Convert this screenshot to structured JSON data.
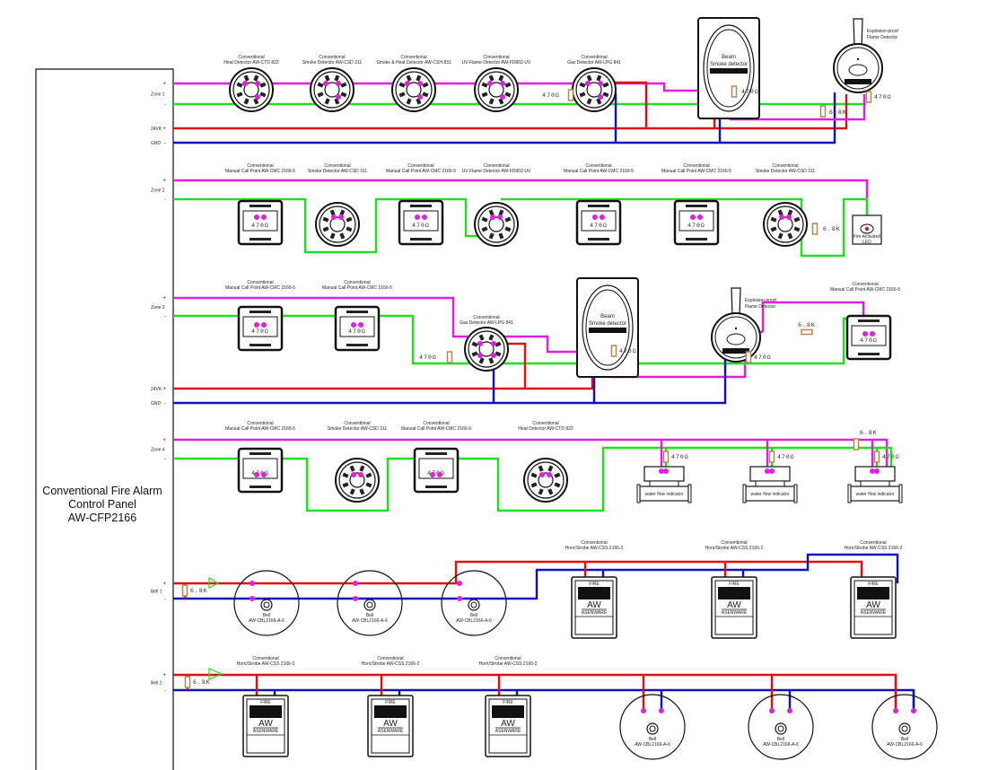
{
  "panel": {
    "title_lines": [
      "Conventional Fire Alarm",
      "Control Panel",
      "AW-CFP2166"
    ]
  },
  "colors": {
    "zone_plus": "#e020e0",
    "zone_minus": "#22dd22",
    "power_24v": "#e01010",
    "gnd": "#1010c0",
    "resistor": "#b08850",
    "terminal": "#e020e0"
  },
  "terminals": {
    "plus": "+",
    "minus": "-",
    "v24_label": "24VK",
    "gnd_label": "GND"
  },
  "values": {
    "eol_resistor": "6.8K",
    "alarm_resistor": "470Ω"
  },
  "zones": [
    {
      "label": "Zone 1",
      "has_power": true,
      "devices": [
        {
          "type": "detector",
          "line1": "Conventional",
          "line2": "Heat Detector AW-CTD 822"
        },
        {
          "type": "detector",
          "line1": "Conventional",
          "line2": "Smoke Detector AW-CSD 311"
        },
        {
          "type": "detector",
          "line1": "Conventional",
          "line2": "Smoke & Heat Detector AW-CSH 831"
        },
        {
          "type": "detector",
          "line1": "Conventional",
          "line2": "UV Flame Detector AW-FD802-UV"
        },
        {
          "type": "detector",
          "line1": "Conventional",
          "line2": "Gas Detector AW-LPG 841"
        },
        {
          "type": "beam",
          "line1": "Beam",
          "line2": "Smoke detector"
        },
        {
          "type": "flame",
          "line1": "Explosion-proof",
          "line2": "Flame Detector"
        }
      ]
    },
    {
      "label": "Zone 2",
      "has_power": false,
      "devices": [
        {
          "type": "mcp",
          "line1": "Conventional",
          "line2": "Manual Call Point AW-CMC 2166-5"
        },
        {
          "type": "detector",
          "line1": "Conventional",
          "line2": "Smoke Detector AW-CSD 311"
        },
        {
          "type": "mcp",
          "line1": "Conventional",
          "line2": "Manual Call Point AW-CMC 2166-5"
        },
        {
          "type": "detector",
          "line1": "Conventional",
          "line2": "UV Flame Detector AW-FD802-UV"
        },
        {
          "type": "mcp",
          "line1": "Conventional",
          "line2": "Manual Call Point AW-CMC 2166-5"
        },
        {
          "type": "mcp",
          "line1": "Conventional",
          "line2": "Manual Call Point AW-CMC 2166-5"
        },
        {
          "type": "detector",
          "line1": "Conventional",
          "line2": "Smoke Detector AW-CSD 311"
        },
        {
          "type": "led",
          "line1": "Fire Activated",
          "line2": "LED"
        }
      ]
    },
    {
      "label": "Zone 3",
      "has_power": true,
      "devices": [
        {
          "type": "mcp",
          "line1": "Conventional",
          "line2": "Manual Call Point AW-CMC 2166-5"
        },
        {
          "type": "mcp",
          "line1": "Conventional",
          "line2": "Manual Call Point AW-CMC 2166-5"
        },
        {
          "type": "detector",
          "line1": "Conventional",
          "line2": "Gas Detector AW-LPG 841"
        },
        {
          "type": "beam",
          "line1": "Beam",
          "line2": "Smoke detector"
        },
        {
          "type": "flame",
          "line1": "Explosion-proof",
          "line2": "Flame Detector"
        },
        {
          "type": "mcp",
          "line1": "Conventional",
          "line2": "Manual Call Point AW-CMC 2166-5"
        }
      ]
    },
    {
      "label": "Zone 4",
      "has_power": false,
      "devices": [
        {
          "type": "mcp",
          "line1": "Conventional",
          "line2": "Manual Call Point AW-CMC 2166-5"
        },
        {
          "type": "detector",
          "line1": "Conventional",
          "line2": "Smoke Detector AW-CSD 311"
        },
        {
          "type": "mcp",
          "line1": "Conventional",
          "line2": "Manual Call Point AW-CMC 2166-5"
        },
        {
          "type": "detector",
          "line1": "Conventional",
          "line2": "Heat Detector AW-CTD 822"
        },
        {
          "type": "waterflow",
          "line1": "water flow indicator"
        },
        {
          "type": "waterflow",
          "line1": "water flow indicator"
        },
        {
          "type": "waterflow",
          "line1": "water flow indicator"
        }
      ]
    }
  ],
  "bells": [
    {
      "label": "Bell 1",
      "devices": [
        {
          "type": "bell",
          "line1": "Bell",
          "line2": "AW-CBL2166-A-6"
        },
        {
          "type": "bell",
          "line1": "Bell",
          "line2": "AW-CBL2166-A-6"
        },
        {
          "type": "bell",
          "line1": "Bell",
          "line2": "AW-CBL2166-A-6"
        },
        {
          "type": "strobe",
          "line1": "Conventional",
          "line2": "Horn/Strobe AW-CSS 2166-2"
        },
        {
          "type": "strobe",
          "line1": "Conventional",
          "line2": "Horn/Strobe AW-CSS 2166-2"
        },
        {
          "type": "strobe",
          "line1": "Conventional",
          "line2": "Horn/Strobe AW-CSS 2166-2"
        }
      ]
    },
    {
      "label": "Bell 2",
      "devices": [
        {
          "type": "strobe",
          "line1": "Conventional",
          "line2": "Horn/Strobe AW-CSS 2166-2"
        },
        {
          "type": "strobe",
          "line1": "Conventional",
          "line2": "Horn/Strobe AW-CSS 2166-2"
        },
        {
          "type": "strobe",
          "line1": "Conventional",
          "line2": "Horn/Strobe AW-CSS 2166-2"
        },
        {
          "type": "bell",
          "line1": "Bell",
          "line2": "AW-CBL2166-A-6"
        },
        {
          "type": "bell",
          "line1": "Bell",
          "line2": "AW-CBL2166-A-6"
        },
        {
          "type": "bell",
          "line1": "Bell",
          "line2": "AW-CBL2166-A-6"
        }
      ]
    }
  ],
  "strobe_face": {
    "fire": "FIRE",
    "brand": "AW",
    "brand_name": "ASENWARE"
  }
}
